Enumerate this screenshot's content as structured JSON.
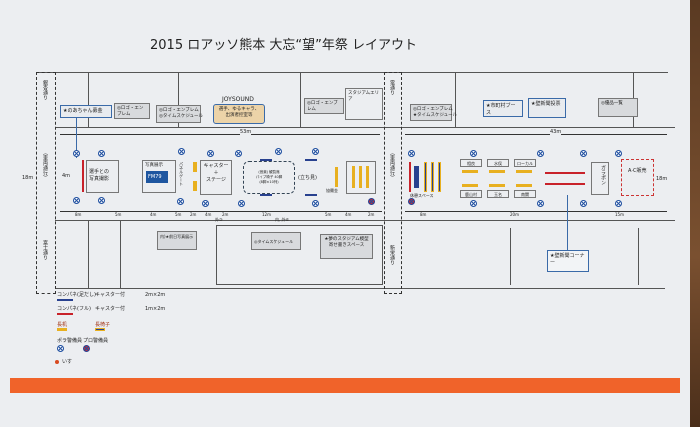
{
  "title": "2015 ロアッソ熊本 大忘“望”年祭 レイアウト",
  "roads": {
    "left_top": "銀杏通り",
    "left_mid": "（車両通行）",
    "left_bottom": "富士通り",
    "center_top": "電通り",
    "center_mid": "（車両通行）",
    "center_bottom": "新栄通り"
  },
  "top_labels": {
    "noachan": "★のあちゃん募金",
    "logo1": "◎ロゴ・エンブレム",
    "logo2": "◎ロゴ・エンブレム\n◎タイムスケジュール",
    "joysound": "JOYSOUND",
    "green_room": "選手、ゆるキャラ、\n出演者控室等",
    "logo3": "◎ロゴ・エンブレム",
    "stadium_area": "スタジアムエリア",
    "logo4": "◎ロゴ・エンブレム\n★タイムスケジュール",
    "booth": "★市町村ブース",
    "newspaper_vote": "★壁新聞投票",
    "goods": "◎優品一覧"
  },
  "main": {
    "width_left": "53m",
    "width_right": "43m",
    "height_left": "18m",
    "height_right": "18m",
    "depth": "4m",
    "photo_with_players": "選手との\n写真撮影",
    "photo_exhibit": "写真展示",
    "fm79": "FM79",
    "panel_gate": "パネルゲート",
    "caster_stage": "キャスター\n＋\nステージ",
    "audience": "(音楽) 観覧席\nパイプ椅子 40脚\n(8脚×10列)",
    "standing": "(立ち見)",
    "sponsor": "協賛金",
    "rest_space": "休憩スペース",
    "booths_top": [
      "相良",
      "水俣",
      "ローカル"
    ],
    "booths_bottom": [
      "鹿山村",
      "玉名",
      "南関"
    ],
    "garapon": "ガラポン",
    "ac_sales": "A·C販売"
  },
  "dimensions_left": [
    "8m",
    "5m",
    "4m",
    "5m",
    "2m",
    "4m",
    "2m",
    "12m",
    "5m",
    "4m",
    "2m"
  ],
  "dim_notes": {
    "out3": "外③",
    "inner": "内, 外⑥"
  },
  "dimensions_right": [
    "8m",
    "20m",
    "15m"
  ],
  "bottom_labels": {
    "prev_photo": "内)★前日写真展示",
    "timeschedule": "◎タイムスケジュール",
    "stadium_model": "★夢のスタジアム模型\n寄せ書きスペース",
    "newspaper_corner": "★壁新聞コーナー"
  },
  "legend": {
    "panel_leg": "コンパネ(足だし)",
    "caster1": "キャスター付",
    "size1": "2m×2m",
    "panel_full": "コンパネ(フル)",
    "caster2": "キャスター付",
    "size2": "1m×2m",
    "desk": "長机",
    "bench": "長椅子",
    "pola_guard": "ポラ警備員",
    "pro_guard": "プロ警備員",
    "chair": "いす"
  },
  "colors": {
    "accent_bar": "#f0632a",
    "blue": "#28418f",
    "red": "#c8222a",
    "yellow": "#e8b020"
  }
}
